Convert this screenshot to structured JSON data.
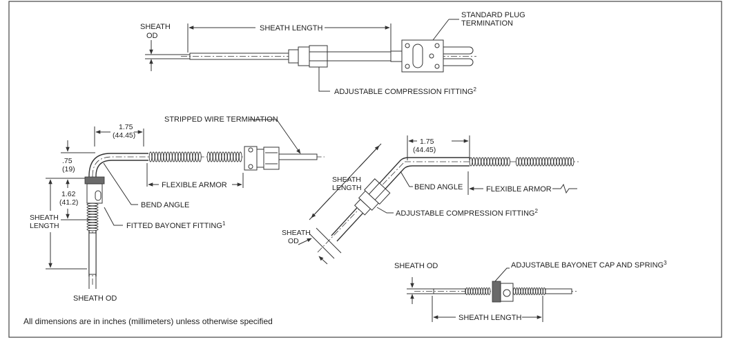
{
  "labels": {
    "top_sheath_od_1": "SHEATH",
    "top_sheath_od_2": "OD",
    "top_sheath_length": "SHEATH LENGTH",
    "plug_1": "STANDARD PLUG",
    "plug_2": "TERMINATION",
    "top_fitting": "ADJUSTABLE COMPRESSION FITTING",
    "top_fitting_sup": "2",
    "stripped": "STRIPPED WIRE TERMINATION",
    "left_dim_a_in": "1.75",
    "left_dim_a_mm": "(44.45)",
    "left_dim_b_in": ".75",
    "left_dim_b_mm": "(19)",
    "left_dim_c_in": "1.62",
    "left_dim_c_mm": "(41.2)",
    "left_sheath_length_1": "SHEATH",
    "left_sheath_length_2": "LENGTH",
    "left_flexible_armor": "FLEXIBLE ARMOR",
    "left_bend_angle": "BEND ANGLE",
    "left_bayonet": "FITTED BAYONET FITTING",
    "left_bayonet_sup": "1",
    "left_sheath_od": "SHEATH OD",
    "note": "All dimensions are in inches (millimeters) unless otherwise specified",
    "mid_dim_in": "1.75",
    "mid_dim_mm": "(44.45)",
    "mid_sheath_length_1": "SHEATH",
    "mid_sheath_length_2": "LENGTH",
    "mid_bend_angle": "BEND ANGLE",
    "mid_flexible_armor": "FLEXIBLE ARMOR",
    "mid_fitting": "ADJUSTABLE COMPRESSION FITTING",
    "mid_fitting_sup": "2",
    "mid_sheath_od_1": "SHEATH",
    "mid_sheath_od_2": "OD",
    "br_sheath_od": "SHEATH OD",
    "br_cap": "ADJUSTABLE BAYONET CAP AND SPRING",
    "br_cap_sup": "3",
    "br_sheath_length": "SHEATH LENGTH"
  }
}
